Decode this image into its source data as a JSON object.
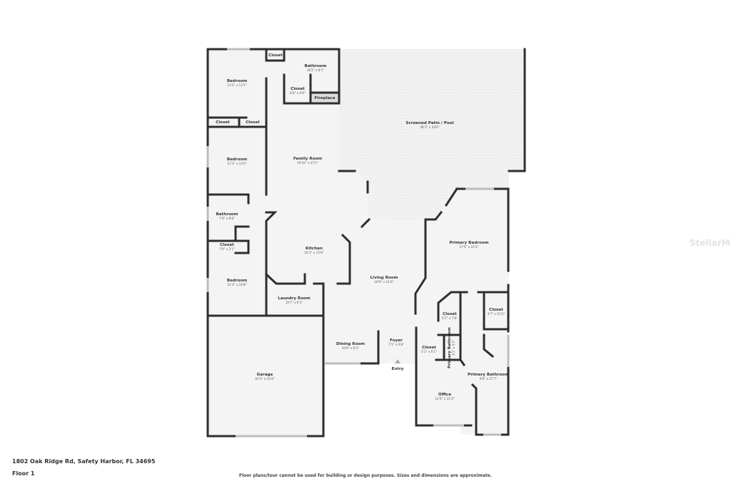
{
  "plan": {
    "rooms": [
      {
        "name": "Bedroom",
        "dims": "11'5\" x 13'1\""
      },
      {
        "name": "Closet",
        "dims": ""
      },
      {
        "name": "Bathroom",
        "dims": "10'2\" x 8'1\""
      },
      {
        "name": "Closet",
        "dims": "4'6\" x 4'6\""
      },
      {
        "name": "Fireplace",
        "dims": ""
      },
      {
        "name": "Closet",
        "dims": ""
      },
      {
        "name": "Closet",
        "dims": ""
      },
      {
        "name": "Bedroom",
        "dims": "11'3\" x 13'0\""
      },
      {
        "name": "Family Room",
        "dims": "19'10\" x 27'1\""
      },
      {
        "name": "Screened Patio / Pool",
        "dims": "36'1\" x 33'6\""
      },
      {
        "name": "Bathroom",
        "dims": "7'9\" x 8'8\""
      },
      {
        "name": "Closet",
        "dims": "7'9\" x 2'1\""
      },
      {
        "name": "Kitchen",
        "dims": "16'1\" x 13'9\""
      },
      {
        "name": "Bedroom",
        "dims": "11'3\" x 14'8\""
      },
      {
        "name": "Laundry Room",
        "dims": "10'7\" x 6'1\""
      },
      {
        "name": "Living Room",
        "dims": "20'0\" x 21'6\""
      },
      {
        "name": "Primary Bedroom",
        "dims": "17'5\" x 22'3\""
      },
      {
        "name": "Closet",
        "dims": "5'1\" x 7'8\""
      },
      {
        "name": "Closet",
        "dims": "4'7\" x 6'11\""
      },
      {
        "name": "Dining Room",
        "dims": "10'9\" x 6'1\""
      },
      {
        "name": "Foyer",
        "dims": "7'1\" x 4'8\""
      },
      {
        "name": "Closet",
        "dims": "5'1\" x 6'1\""
      },
      {
        "name": "Primary Bathroom",
        "dims": "3'1\" x 5'2\""
      },
      {
        "name": "Garage",
        "dims": "22'3\" x 23'4\""
      },
      {
        "name": "Office",
        "dims": "11'5\" x 11'3\""
      },
      {
        "name": "Primary Bathroom",
        "dims": "9'6\" x 27'7\""
      }
    ],
    "entry_label": "Entry"
  },
  "footer": {
    "address": "1802 Oak Ridge Rd, Safety Harbor, FL 34695",
    "floor": "Floor 1",
    "disclaimer": "Floor plans/tour cannot be used for building or design purposes. Sizes and dimensions are approximate."
  },
  "watermark": "StellarMLS"
}
